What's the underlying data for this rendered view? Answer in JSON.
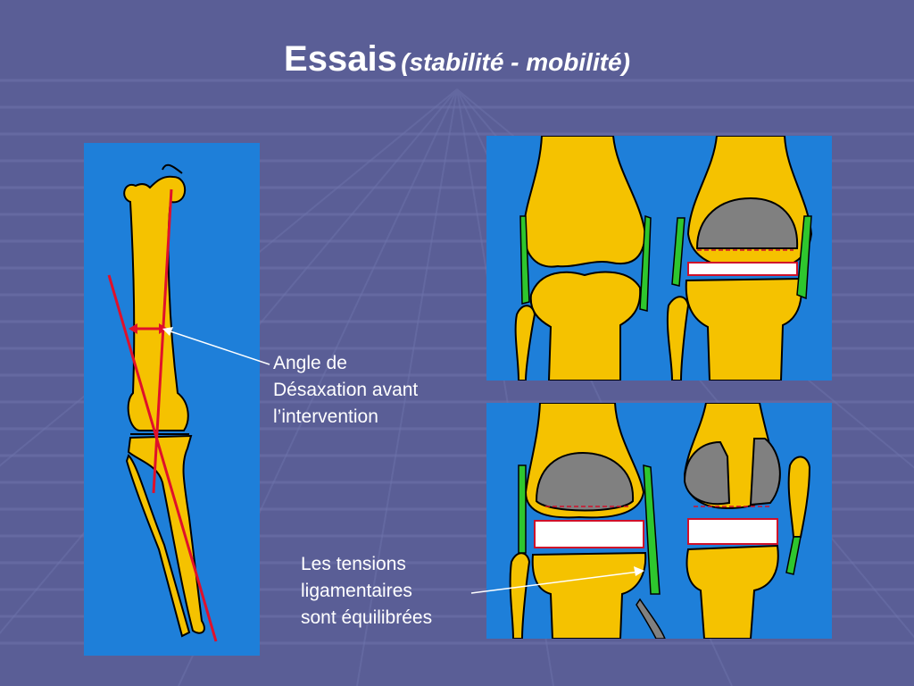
{
  "slide": {
    "title_main": "Essais",
    "title_sub": "(stabilité - mobilité)"
  },
  "annotations": {
    "angle_label": [
      "Angle de",
      "Désaxation avant",
      "l’intervention"
    ],
    "tension_label": [
      "Les tensions",
      "ligamentaires",
      "sont équilibrées"
    ]
  },
  "colors": {
    "background": "#5a5e96",
    "panel": "#1e7fd9",
    "bone": "#f5c200",
    "ligament": "#2ec62e",
    "axis_line": "#e0102a",
    "implant": "#808080",
    "spacer": "#ffffff",
    "spacer_border": "#d0102a"
  }
}
